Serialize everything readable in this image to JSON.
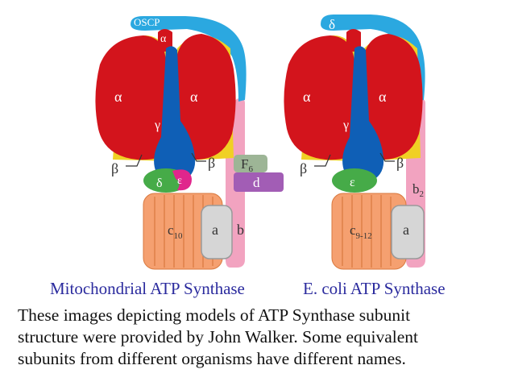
{
  "colors": {
    "alpha": "#d3141c",
    "gamma": "#0f5fb6",
    "stator": "#2ba8e0",
    "stalk": "#f2a3c0",
    "ring": "#f5a070",
    "a_subunit": "#d6d6d6",
    "epsilon": "#46ab48",
    "mito_epsilon": "#e0268c",
    "f6": "#9db596",
    "d_subunit": "#a25db5",
    "caption": "#2b2b9e",
    "text": "#111111"
  },
  "mito": {
    "oscp": "OSCP",
    "alpha_top": "α",
    "alpha_left": "α",
    "alpha_right": "α",
    "gamma": "γ",
    "beta_left": "β",
    "beta_right": "β",
    "delta": "δ",
    "epsilon": "ε",
    "f6_main": "F",
    "f6_sub": "6",
    "d": "d",
    "c_main": "c",
    "c_sub": "10",
    "a": "a",
    "b": "b"
  },
  "ecoli": {
    "delta": "δ",
    "alpha_left": "α",
    "alpha_right": "α",
    "gamma": "γ",
    "beta_left": "β",
    "beta_right": "β",
    "epsilon": "ε",
    "b2_main": "b",
    "b2_sub": "2",
    "c_main": "c",
    "c_sub": "9-12",
    "a": "a"
  },
  "captions": {
    "left": "Mitochondrial ATP Synthase",
    "right": "E. coli ATP Synthase"
  },
  "description": {
    "line1": "These images depicting models of ATP Synthase subunit",
    "line2": "structure were provided by John Walker.  Some equivalent",
    "line3": "subunits from different organisms have different names."
  }
}
